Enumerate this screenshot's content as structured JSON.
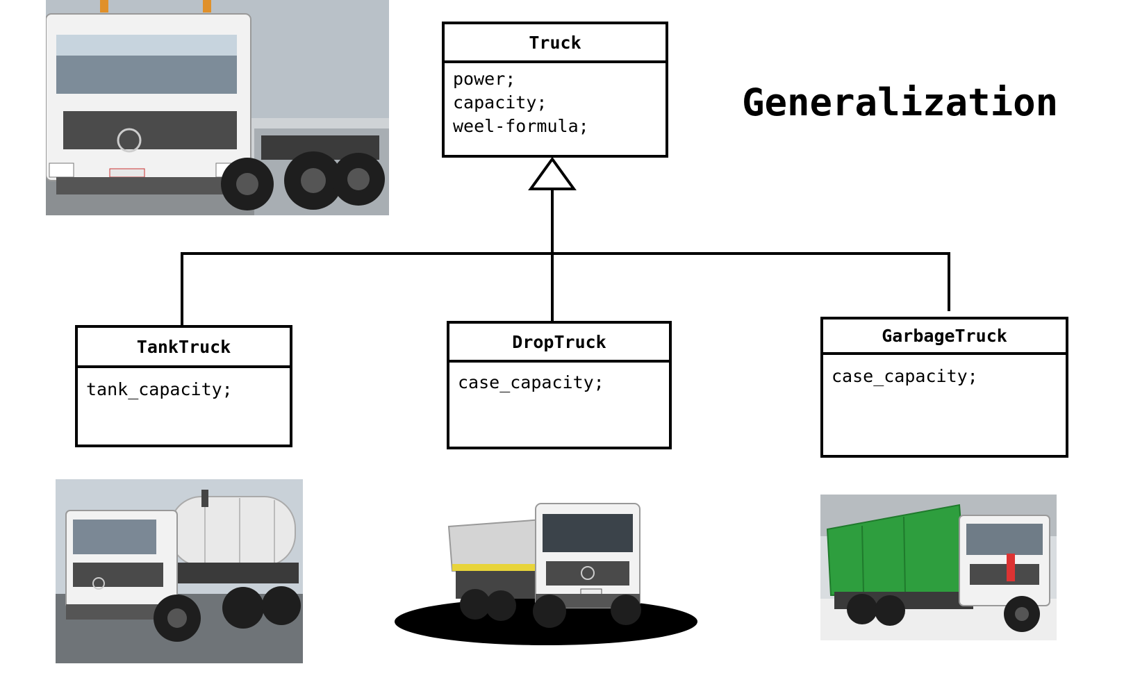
{
  "diagram": {
    "title": "Generalization",
    "classes": {
      "truck": {
        "name": "Truck",
        "attributes": [
          "power;",
          "capacity;",
          "weel-formula;"
        ]
      },
      "tank_truck": {
        "name": "TankTruck",
        "attributes": [
          "tank_capacity;"
        ]
      },
      "drop_truck": {
        "name": "DropTruck",
        "attributes": [
          "case_capacity;"
        ]
      },
      "garbage_truck": {
        "name": "GarbageTruck",
        "attributes": [
          "case_capacity;"
        ]
      }
    },
    "relationship": "generalization",
    "photos": [
      "base-truck-photo",
      "tank-truck-photo",
      "drop-truck-photo",
      "garbage-truck-photo"
    ]
  },
  "colors": {
    "line": "#000000",
    "background": "#ffffff",
    "truck_cab": "#f2f2f2",
    "garbage_body": "#2e9e3e",
    "tank_body": "#e9e9e9"
  }
}
